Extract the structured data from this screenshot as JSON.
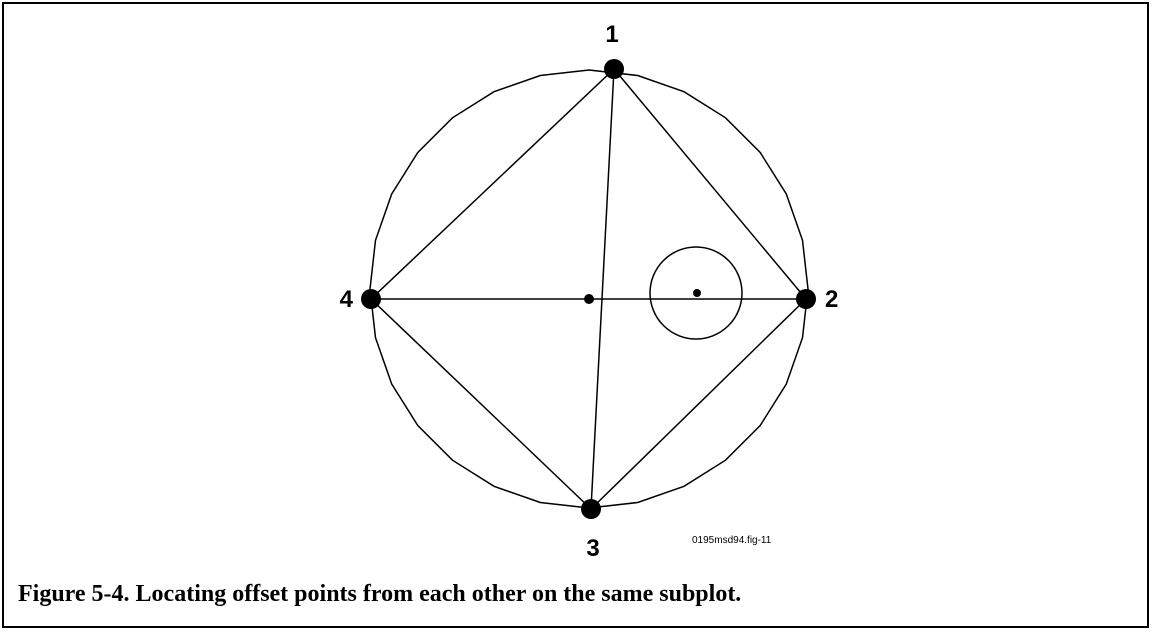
{
  "diagram": {
    "point_labels": {
      "top": "1",
      "right": "2",
      "bottom": "3",
      "left": "4"
    },
    "file_id": "0195msd94.fig-11",
    "stroke_color": "#000000",
    "background_color": "#ffffff"
  },
  "caption": "Figure 5-4.  Locating offset points from each other on the same subplot."
}
